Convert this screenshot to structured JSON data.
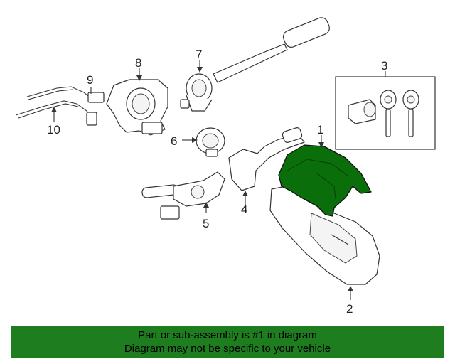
{
  "callouts": {
    "c1": "1",
    "c2": "2",
    "c3": "3",
    "c4": "4",
    "c5": "5",
    "c6": "6",
    "c7": "7",
    "c8": "8",
    "c9": "9",
    "c10": "10"
  },
  "highlight_color": "#0a6e0a",
  "banner": {
    "line1": "Part or sub-assembly is #1 in diagram",
    "line2": "Diagram may not be specific to your vehicle",
    "background": "#1e7d1e"
  }
}
